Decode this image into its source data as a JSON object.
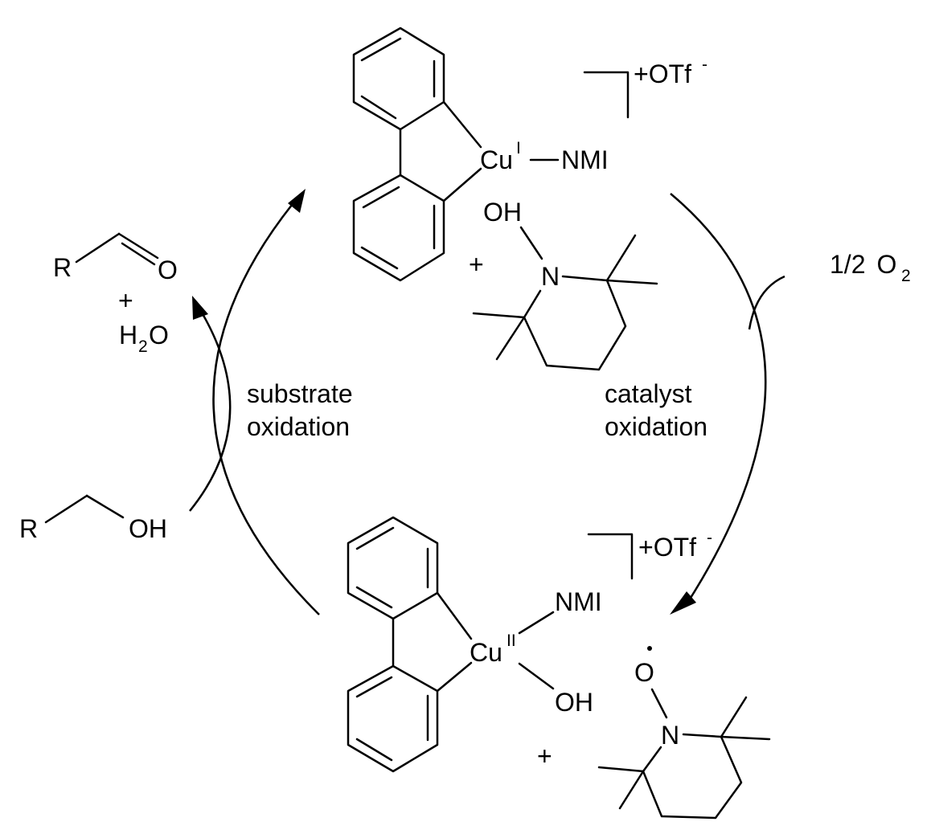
{
  "top_complex": {
    "metal": "Cu",
    "oxidation_state": "I",
    "ligand": "NMI",
    "counterion_charge": "+OTf",
    "counterion_sign": "-"
  },
  "top_cocatalyst": {
    "plus": "+",
    "hydroxyl": "OH",
    "nitrogen": "N"
  },
  "bottom_complex": {
    "metal": "Cu",
    "oxidation_state": "II",
    "ligand_nmi": "NMI",
    "ligand_oh": "OH",
    "counterion_charge": "+OTf",
    "counterion_sign": "-"
  },
  "bottom_cocatalyst": {
    "plus": "+",
    "oxygen": "O",
    "radical_dot": "·",
    "nitrogen": "N"
  },
  "oxidant": {
    "fraction": "1/2",
    "molecule": "O",
    "subscript": "2"
  },
  "aldehyde": {
    "r": "R",
    "o": "O",
    "plus": "+",
    "water_h": "H",
    "water_sub": "2",
    "water_o": "O"
  },
  "alcohol": {
    "r": "R",
    "oh": "OH"
  },
  "labels": {
    "substrate_line1": "substrate",
    "substrate_line2": "oxidation",
    "catalyst_line1": "catalyst",
    "catalyst_line2": "oxidation"
  },
  "colors": {
    "ink": "#000000",
    "background": "#ffffff"
  }
}
